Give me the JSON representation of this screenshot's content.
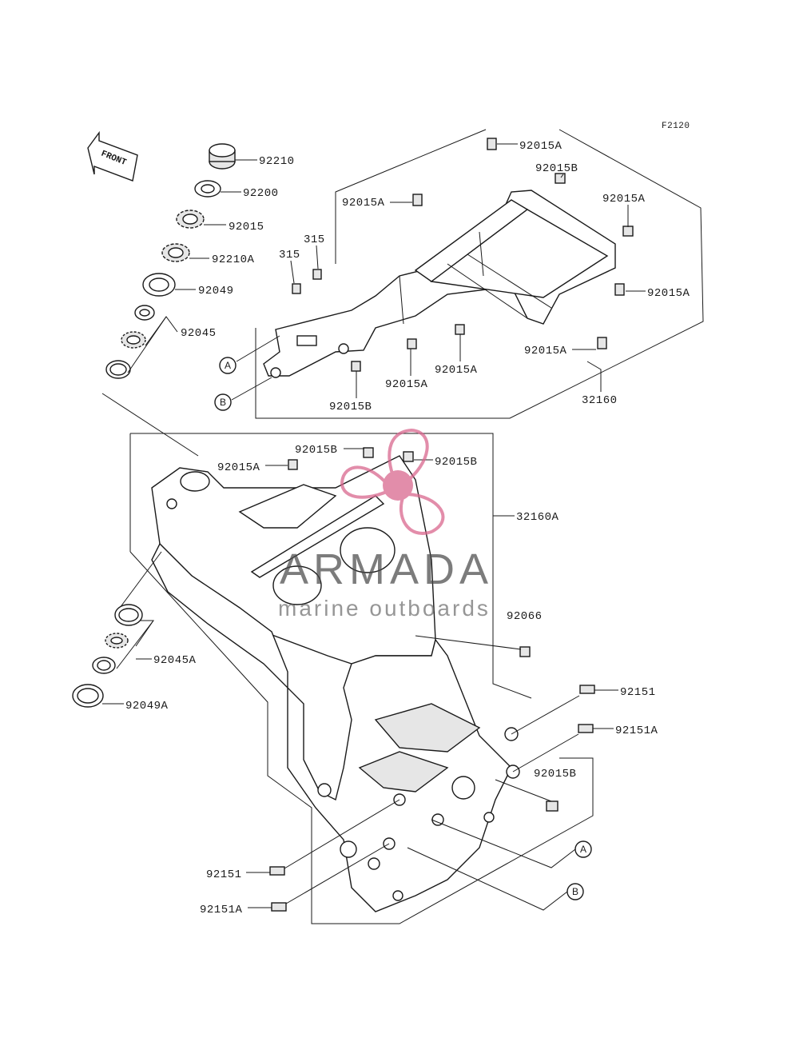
{
  "diagram": {
    "code": "F2120",
    "front_label": "FRONT",
    "callouts": {
      "A": "A",
      "B": "B"
    },
    "labels": {
      "p92210": "92210",
      "p92200": "92200",
      "p92015": "92015",
      "p92210A": "92210A",
      "p92049": "92049",
      "p92045": "92045",
      "p315a": "315",
      "p315b": "315",
      "t92015A_1": "92015A",
      "t92015B_1": "92015B",
      "t92015A_2": "92015A",
      "t92015A_3": "92015A",
      "t92015A_4": "92015A",
      "t92015A_5": "92015A",
      "t92015A_6": "92015A",
      "t92015A_7": "92015A",
      "t92015B_2": "92015B",
      "p32160": "32160",
      "m92015B_1": "92015B",
      "m92015A": "92015A",
      "m92015B_2": "92015B",
      "p32160A": "32160A",
      "p92066": "92066",
      "p92045A": "92045A",
      "p92049A": "92049A",
      "p92151_r": "92151",
      "p92151A_r": "92151A",
      "m92015B_3": "92015B",
      "p92151_l": "92151",
      "p92151A_l": "92151A"
    }
  },
  "watermark": {
    "brand": "ARMADA",
    "tagline": "marine outboards",
    "accent_color": "#d9678e"
  }
}
